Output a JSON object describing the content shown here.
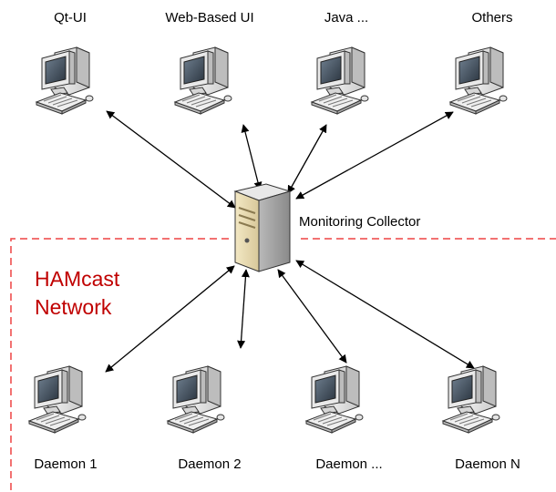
{
  "clients": [
    {
      "label": "Qt-UI"
    },
    {
      "label": "Web-Based UI"
    },
    {
      "label": "Java ..."
    },
    {
      "label": "Others"
    }
  ],
  "server": {
    "label": "Monitoring Collector"
  },
  "network": {
    "title_line1": "HAMcast",
    "title_line2": "Network",
    "border_color": "#ee4444"
  },
  "daemons": [
    {
      "label": "Daemon 1"
    },
    {
      "label": "Daemon 2"
    },
    {
      "label": "Daemon ..."
    },
    {
      "label": "Daemon N"
    }
  ],
  "colors": {
    "network_title": "#c00000",
    "connector": "#000000"
  }
}
